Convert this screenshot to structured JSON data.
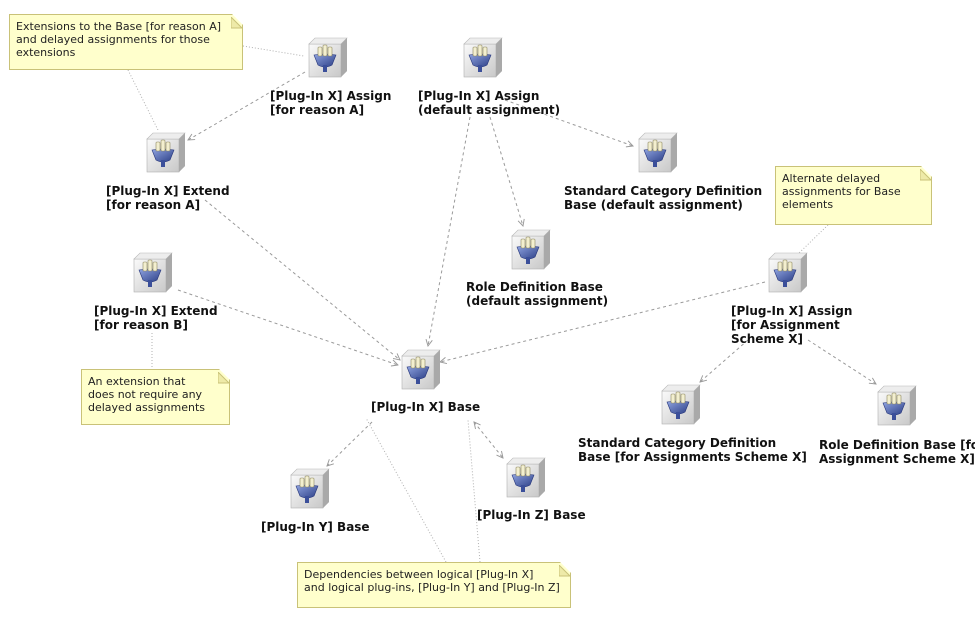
{
  "nodes": {
    "assign_a": {
      "label": "[Plug-In X] Assign\n[for reason A]"
    },
    "assign_default": {
      "label": "[Plug-In X] Assign\n(default assignment)"
    },
    "extend_a": {
      "label": "[Plug-In X] Extend\n[for reason A]"
    },
    "std_cat_default": {
      "label": "Standard Category Definition\nBase (default assignment)"
    },
    "role_default": {
      "label": "Role Definition Base\n(default assignment)"
    },
    "extend_b": {
      "label": "[Plug-In X] Extend\n[for reason B]"
    },
    "assign_scheme": {
      "label": "[Plug-In X] Assign\n[for Assignment\nScheme X]"
    },
    "base_x": {
      "label": "[Plug-In X] Base"
    },
    "std_cat_scheme": {
      "label": "Standard Category Definition\nBase [for Assignments Scheme X]"
    },
    "role_scheme": {
      "label": "Role Definition Base [for\nAssignment Scheme X]"
    },
    "base_y": {
      "label": "[Plug-In Y] Base"
    },
    "base_z": {
      "label": "[Plug-In Z] Base"
    }
  },
  "notes": {
    "note_reason_a": "Extensions to the Base [for reason A]\nand delayed assignments for those\nextensions",
    "note_alternate": "Alternate delayed\nassignments for Base\nelements",
    "note_no_assign": "An extension that\ndoes not require any\ndelayed assignments",
    "note_dependencies": "Dependencies between logical [Plug-In X]\nand logical plug-ins, [Plug-In Y] and [Plug-In Z]"
  },
  "colors": {
    "note_fill": "#ffffcc",
    "note_border": "#c9c278",
    "edge": "#9a9a9a",
    "plug_blue": "#4a5fa8",
    "cube_gray": "#e4e4e4"
  }
}
